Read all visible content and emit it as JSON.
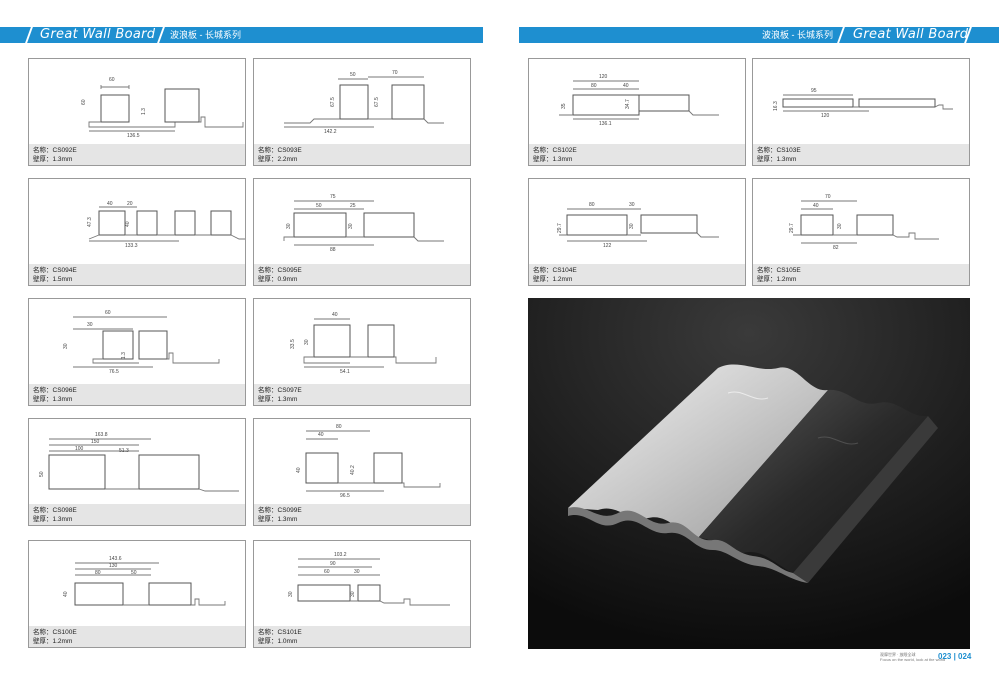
{
  "header": {
    "brand_left": "Great Wall Board",
    "series_left": "波浪板 - 长城系列",
    "series_right": "波浪板 - 长城系列",
    "brand_right": "Great Wall Board",
    "accent_color": "#1e8fd0"
  },
  "products": [
    {
      "name": "名称：CS092E",
      "thickness": "壁厚：1.3mm",
      "dims": [
        "60",
        "60",
        "1.3",
        "136.5"
      ]
    },
    {
      "name": "名称：CS093E",
      "thickness": "壁厚：2.2mm",
      "dims": [
        "50",
        "70",
        "67.5",
        "67.5",
        "142.2"
      ]
    },
    {
      "name": "名称：CS094E",
      "thickness": "壁厚：1.5mm",
      "dims": [
        "40",
        "20",
        "47.3",
        "40",
        "133.3"
      ]
    },
    {
      "name": "名称：CS095E",
      "thickness": "壁厚：0.9mm",
      "dims": [
        "75",
        "50",
        "25",
        "30",
        "30",
        "88"
      ]
    },
    {
      "name": "名称：CS096E",
      "thickness": "壁厚：1.3mm",
      "dims": [
        "60",
        "30",
        "30",
        "1.3",
        "76.5"
      ]
    },
    {
      "name": "名称：CS097E",
      "thickness": "壁厚：1.3mm",
      "dims": [
        "40",
        "33.5",
        "30",
        "54.1"
      ]
    },
    {
      "name": "名称：CS098E",
      "thickness": "壁厚：1.3mm",
      "dims": [
        "163.8",
        "150",
        "100",
        "51.3",
        "50"
      ]
    },
    {
      "name": "名称：CS099E",
      "thickness": "壁厚：1.3mm",
      "dims": [
        "80",
        "40",
        "40",
        "40.2",
        "96.5"
      ]
    },
    {
      "name": "名称：CS100E",
      "thickness": "壁厚：1.2mm",
      "dims": [
        "143.6",
        "130",
        "80",
        "50",
        "40"
      ]
    },
    {
      "name": "名称：CS101E",
      "thickness": "壁厚：1.0mm",
      "dims": [
        "103.2",
        "90",
        "60",
        "30",
        "30",
        "30"
      ]
    },
    {
      "name": "名称：CS102E",
      "thickness": "壁厚：1.3mm",
      "dims": [
        "120",
        "80",
        "40",
        "35",
        "34.7",
        "136.1"
      ]
    },
    {
      "name": "名称：CS103E",
      "thickness": "壁厚：1.3mm",
      "dims": [
        "95",
        "16.3",
        "120"
      ]
    },
    {
      "name": "名称：CS104E",
      "thickness": "壁厚：1.2mm",
      "dims": [
        "80",
        "30",
        "29.7",
        "30",
        "122"
      ]
    },
    {
      "name": "名称：CS105E",
      "thickness": "壁厚：1.2mm",
      "dims": [
        "70",
        "40",
        "29.7",
        "30",
        "82"
      ]
    }
  ],
  "footer": {
    "page_numbers": "023 | 024",
    "small_text_1": "观摩世界 · 放眼全球",
    "small_text_2": "Focus on the world, look at the world"
  }
}
